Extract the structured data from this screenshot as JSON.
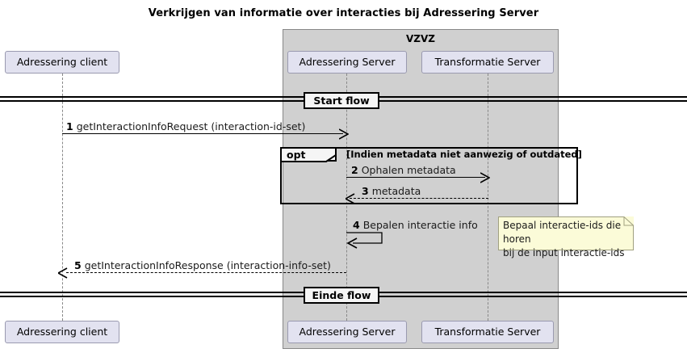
{
  "diagram": {
    "type": "uml-sequence-diagram",
    "title": "Verkrijgen van informatie over interacties bij Adressering Server",
    "colors": {
      "participant_fill": "#e2e2f0",
      "participant_border": "#9a9ab0",
      "group_fill": "#d0d0d0",
      "group_border": "#888888",
      "note_fill": "#fbfbd8",
      "line": "#000000",
      "lifeline": "#888888",
      "divider_fill": "#f5f5f5",
      "background": "#ffffff"
    }
  },
  "group": {
    "label": "VZVZ"
  },
  "participants": [
    {
      "id": "client",
      "label": "Adressering client",
      "inside_group": false
    },
    {
      "id": "adr",
      "label": "Adressering Server",
      "inside_group": true
    },
    {
      "id": "trans",
      "label": "Transformatie Server",
      "inside_group": true
    }
  ],
  "dividers": [
    {
      "id": "start",
      "label": "Start flow"
    },
    {
      "id": "einde",
      "label": "Einde flow"
    }
  ],
  "fragment": {
    "operator": "opt",
    "guard": "[Indien metadata niet aanwezig of outdated]"
  },
  "messages": [
    {
      "number": "1",
      "text": "getInteractionInfoRequest (interaction-id-set)",
      "from": "client",
      "to": "adr",
      "direction": "right",
      "style": "solid"
    },
    {
      "number": "2",
      "text": "Ophalen metadata",
      "from": "adr",
      "to": "trans",
      "direction": "right",
      "style": "solid"
    },
    {
      "number": "3",
      "text": "metadata",
      "from": "trans",
      "to": "adr",
      "direction": "left",
      "style": "dashed"
    },
    {
      "number": "4",
      "text": "Bepalen interactie info",
      "from": "adr",
      "to": "adr",
      "direction": "self",
      "style": "solid"
    },
    {
      "number": "5",
      "text": "getInteractionInfoResponse (interaction-info-set)",
      "from": "adr",
      "to": "client",
      "direction": "left",
      "style": "dashed"
    }
  ],
  "notes": [
    {
      "id": "note-bepaal",
      "attached_to": "adr",
      "text": "Bepaal interactie-ids die horen\nbij de input interactie-ids"
    }
  ]
}
